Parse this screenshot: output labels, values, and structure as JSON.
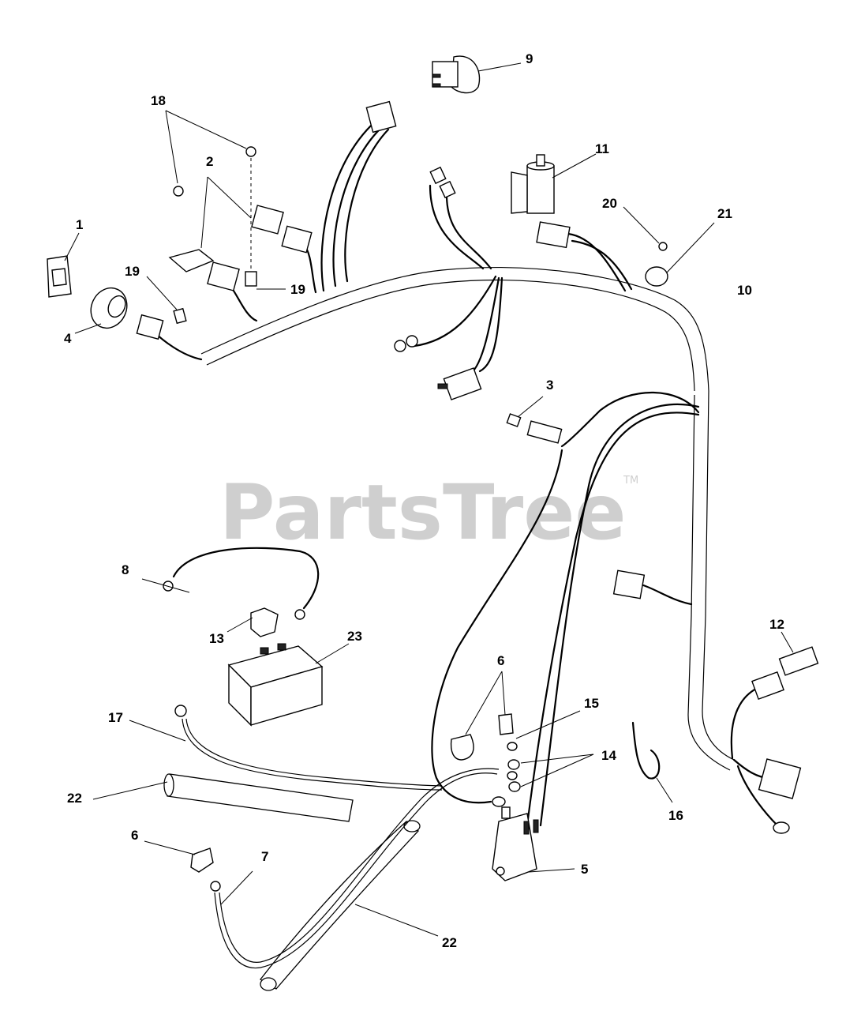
{
  "watermark": {
    "text": "PartsTree",
    "tm": "TM"
  },
  "callouts": {
    "c1": "1",
    "c2": "2",
    "c3": "3",
    "c4": "4",
    "c5": "5",
    "c6a": "6",
    "c6b": "6",
    "c7": "7",
    "c8": "8",
    "c9": "9",
    "c10": "10",
    "c11": "11",
    "c12": "12",
    "c13": "13",
    "c14": "14",
    "c15": "15",
    "c16": "16",
    "c17": "17",
    "c18": "18",
    "c19a": "19",
    "c19b": "19",
    "c20": "20",
    "c21": "21",
    "c22a": "22",
    "c22b": "22",
    "c23": "23"
  }
}
